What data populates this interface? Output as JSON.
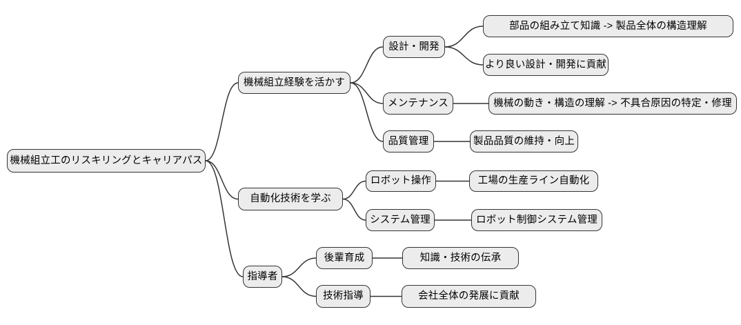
{
  "diagram": {
    "type": "mindmap",
    "orientation": "left-to-right",
    "colors": {
      "background": "#ffffff",
      "node_fill": "#ececec",
      "node_border": "#333333",
      "edge": "#333333",
      "text": "#000000"
    },
    "root": {
      "id": "root",
      "label": "機械組立工のリスキリングとキャリアパス",
      "children": [
        {
          "id": "b1",
          "label": "機械組立経験を活かす",
          "children": [
            {
              "id": "c11",
              "label": "設計・開発",
              "children": [
                {
                  "id": "l111",
                  "label": "部品の組み立て知識 -> 製品全体の構造理解"
                },
                {
                  "id": "l112",
                  "label": "より良い設計・開発に貢献"
                }
              ]
            },
            {
              "id": "c12",
              "label": "メンテナンス",
              "children": [
                {
                  "id": "l121",
                  "label": "機械の動き・構造の理解 -> 不具合原因の特定・修理"
                }
              ]
            },
            {
              "id": "c13",
              "label": "品質管理",
              "children": [
                {
                  "id": "l131",
                  "label": "製品品質の維持・向上"
                }
              ]
            }
          ]
        },
        {
          "id": "b2",
          "label": "自動化技術を学ぶ",
          "children": [
            {
              "id": "c21",
              "label": "ロボット操作",
              "children": [
                {
                  "id": "l211",
                  "label": "工場の生産ライン自動化"
                }
              ]
            },
            {
              "id": "c22",
              "label": "システム管理",
              "children": [
                {
                  "id": "l221",
                  "label": "ロボット制御システム管理"
                }
              ]
            }
          ]
        },
        {
          "id": "b3",
          "label": "指導者",
          "children": [
            {
              "id": "c31",
              "label": "後輩育成",
              "children": [
                {
                  "id": "l311",
                  "label": "知識・技術の伝承"
                }
              ]
            },
            {
              "id": "c32",
              "label": "技術指導",
              "children": [
                {
                  "id": "l321",
                  "label": "会社全体の発展に貢献"
                }
              ]
            }
          ]
        }
      ]
    }
  }
}
